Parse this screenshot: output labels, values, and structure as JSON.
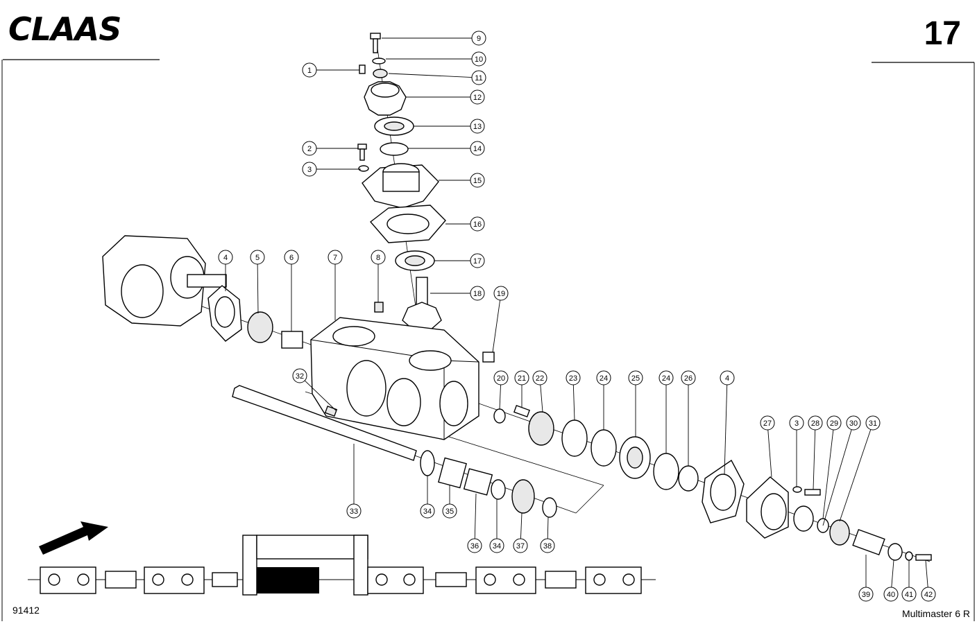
{
  "header": {
    "brand": "CLAAS",
    "page_number": "17"
  },
  "footer": {
    "figure_code": "91412",
    "model": "Multimaster 6 R"
  },
  "callouts": [
    "1",
    "2",
    "3",
    "4",
    "5",
    "6",
    "7",
    "8",
    "9",
    "10",
    "11",
    "12",
    "13",
    "14",
    "15",
    "16",
    "17",
    "18",
    "19",
    "20",
    "21",
    "22",
    "23",
    "24",
    "25",
    "24",
    "26",
    "4",
    "27",
    "3",
    "28",
    "29",
    "30",
    "31",
    "32",
    "33",
    "34",
    "35",
    "36",
    "34",
    "37",
    "38",
    "39",
    "40",
    "41",
    "42"
  ],
  "icons": {
    "direction_arrow": "left-down-arrow-icon"
  }
}
